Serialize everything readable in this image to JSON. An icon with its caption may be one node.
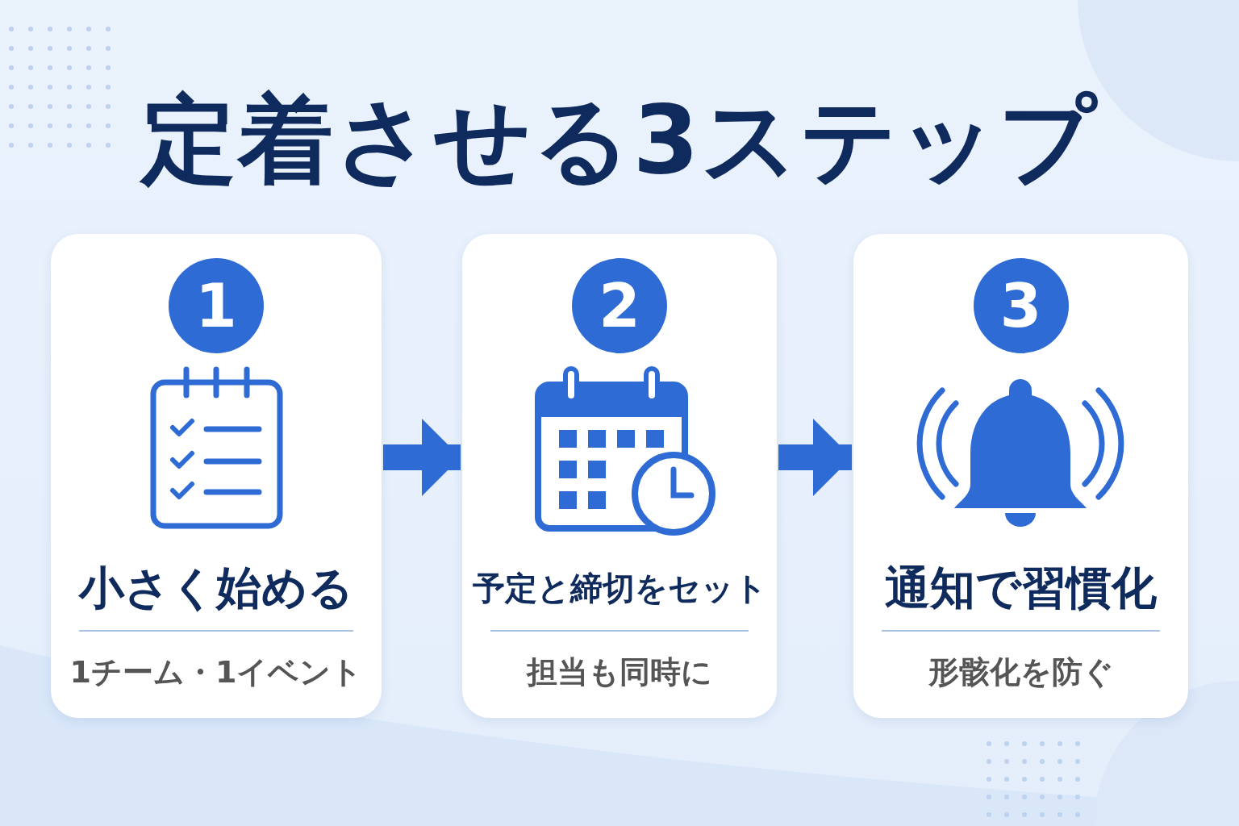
{
  "diagram": {
    "title": "定着させる3ステップ",
    "nodes": [
      {
        "text": [
          "小さく始める",
          "1チーム・1イベント"
        ]
      },
      {
        "text": [
          "1"
        ],
        "in": 0
      },
      {
        "text": [
          "予定と締切をセット",
          "担当も同時に"
        ]
      },
      {
        "text": [
          "2"
        ],
        "in": 2
      },
      {
        "text": [
          "通知で習慣化",
          "形骸化を防ぐ"
        ]
      },
      {
        "text": [
          "3"
        ],
        "in": 4
      }
    ],
    "edges": [
      {
        "from": 0,
        "to": 2,
        "arrow": "to"
      },
      {
        "from": 2,
        "to": 4,
        "arrow": "to"
      }
    ]
  }
}
